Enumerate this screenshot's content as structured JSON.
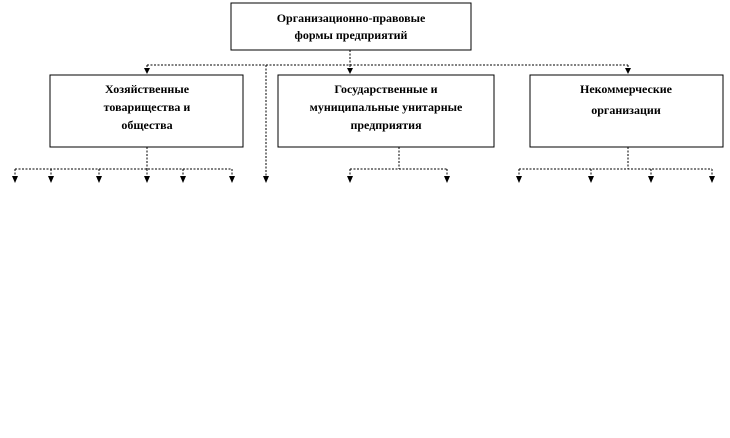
{
  "root": {
    "lines": [
      "Организационно-правовые",
      "формы предприятий"
    ]
  },
  "branches": [
    {
      "id": "commercial",
      "lines": [
        "Хозяйственные",
        "товарищества и",
        "общества"
      ],
      "child_count": 6
    },
    {
      "id": "unitary",
      "lines": [
        "Государственные и",
        "муниципальные унитарные",
        "предприятия"
      ],
      "child_count": 2
    },
    {
      "id": "nonprofit",
      "lines": [
        "Некоммерческие",
        "организации"
      ],
      "child_count": 4
    }
  ],
  "standalone_arrow_count": 1,
  "colors": {
    "line": "#000000",
    "box_border": "#000000",
    "background": "#ffffff"
  }
}
